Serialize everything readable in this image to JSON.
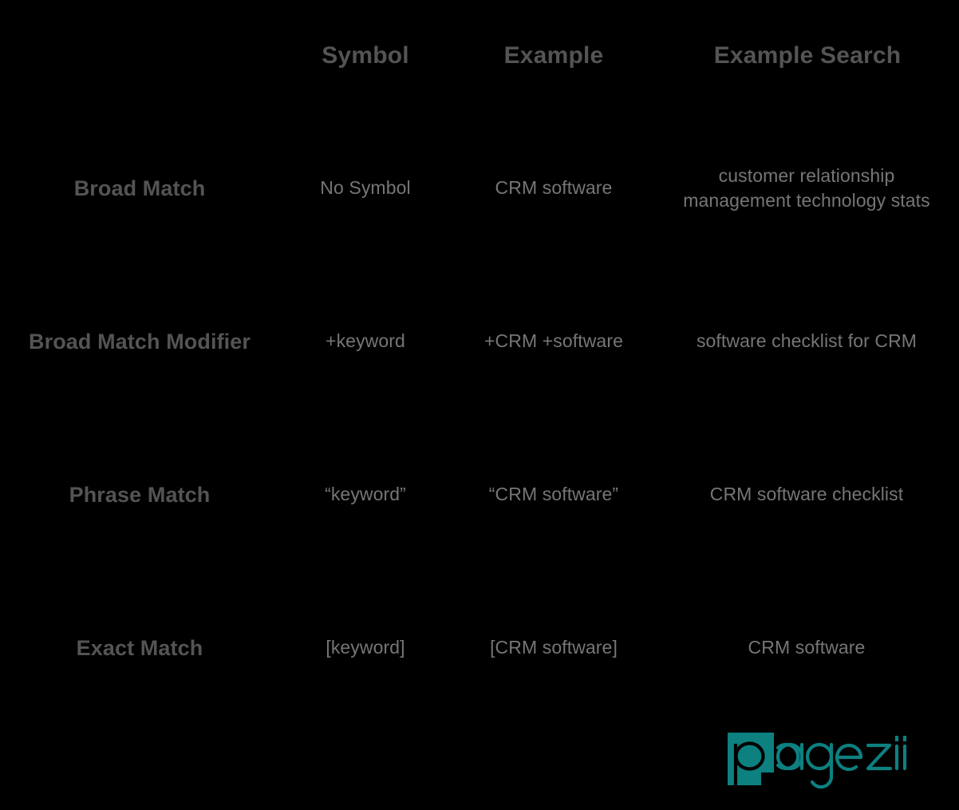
{
  "theme": {
    "background": "#000000",
    "heading_color": "#545454",
    "body_color": "#767676",
    "brand_color": "#0d8080"
  },
  "table": {
    "headers": [
      "",
      "Symbol",
      "Example",
      "Example Search"
    ],
    "rows": [
      {
        "label": "Broad Match",
        "symbol": "No Symbol",
        "example": "CRM software",
        "example_search": "customer relationship management technology stats"
      },
      {
        "label": "Broad Match Modifier",
        "symbol": "+keyword",
        "example": "+CRM +software",
        "example_search": "software checklist for CRM"
      },
      {
        "label": "Phrase Match",
        "symbol": "“keyword”",
        "example": "“CRM software”",
        "example_search": "CRM software checklist"
      },
      {
        "label": "Exact Match",
        "symbol": "[keyword]",
        "example": "[CRM software]",
        "example_search": "CRM software"
      }
    ]
  },
  "logo": {
    "name": "pagezii",
    "color": "#0d8080"
  }
}
